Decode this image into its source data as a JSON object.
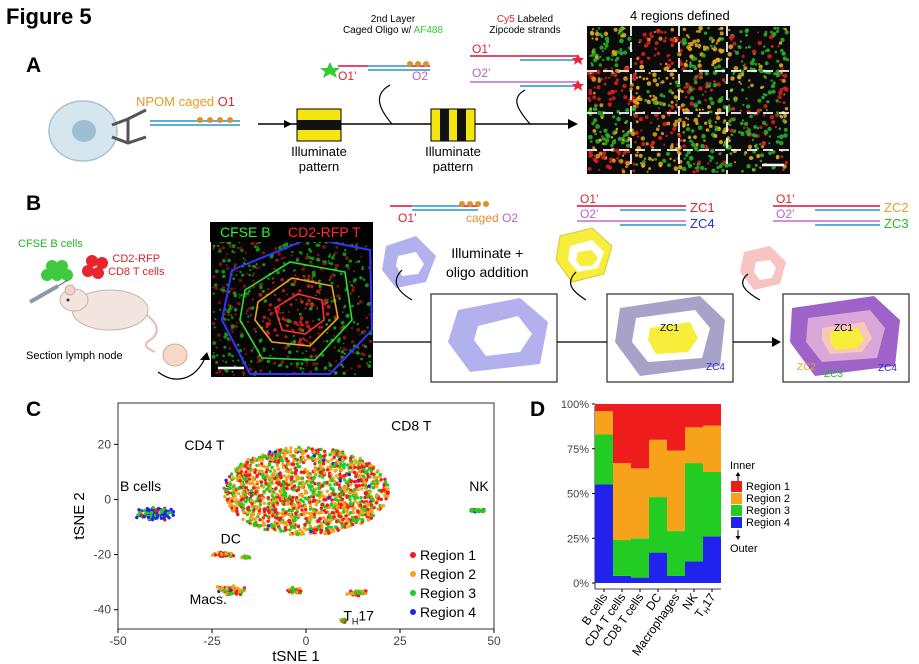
{
  "figure_title": "Figure 5",
  "panels": {
    "a": "A",
    "b": "B",
    "c": "C",
    "d": "D"
  },
  "panel_a": {
    "npom_label_prefix": "NPOM caged",
    "npom_label_o": "O1",
    "second_layer_line1": "2nd Layer",
    "second_layer_line2_prefix": "Caged Oligo w/",
    "second_layer_line2_dye": "AF488",
    "strand_o1prime": "O1’",
    "strand_o2": "O2",
    "cy5_prefix": "Cy5",
    "cy5_suffix": "Labeled",
    "zipcode_line": "Zipcode strands",
    "zip_o1prime": "O1’",
    "zip_o2prime": "O2’",
    "illuminate_line1": "Illuminate",
    "illuminate_line2": "pattern",
    "regions_title": "4 regions defined"
  },
  "panel_b": {
    "cfse_b_cells": "CFSE B cells",
    "cd2_rfp_line1": "CD2-RFP",
    "cd2_rfp_line2": "CD8 T cells",
    "section_lymph_node": "Section lymph node",
    "micro_label_green": "CFSE B",
    "micro_label_red": "CD2-RFP T",
    "strand_o1prime": "O1’",
    "caged": "caged",
    "strand_o2": "O2",
    "illuminate_line1": "Illuminate +",
    "illuminate_line2": "oligo addition",
    "zc_o1prime": "O1’",
    "zc_o2prime": "O2’",
    "zc1": "ZC1",
    "zc4": "ZC4",
    "zc2": "ZC2",
    "zc3": "ZC3"
  },
  "colors": {
    "region1": "#ee1c1c",
    "region2": "#f7a21b",
    "region3": "#22cc22",
    "region4": "#2222ee",
    "lavender": "#b3b0ee",
    "o1_red": "#e0202a",
    "o2_purple": "#c060c0",
    "zc_orange": "#f0a020",
    "af488_green": "#33cc33"
  },
  "chart_data": [
    {
      "type": "scatter",
      "xlabel": "tSNE 1",
      "ylabel": "tSNE 2",
      "xlim": [
        -50,
        50
      ],
      "ylim": [
        -47,
        35
      ],
      "x_ticks": [
        -50,
        -25,
        0,
        25,
        50
      ],
      "y_ticks": [
        -40,
        -20,
        0,
        20
      ],
      "grid": false,
      "legend_position": "bottom-right",
      "series": [
        {
          "name": "Region 1",
          "color": "#ee1c1c"
        },
        {
          "name": "Region 2",
          "color": "#f7a21b"
        },
        {
          "name": "Region 3",
          "color": "#22cc22"
        },
        {
          "name": "Region 4",
          "color": "#2222ee"
        }
      ],
      "cluster_labels": [
        {
          "text": "CD4 T",
          "x": -27,
          "y": 18
        },
        {
          "text": "CD8 T",
          "x": 28,
          "y": 25
        },
        {
          "text": "B cells",
          "x": -44,
          "y": 3
        },
        {
          "text": "NK",
          "x": 46,
          "y": 3
        },
        {
          "text": "DC",
          "x": -20,
          "y": -16
        },
        {
          "text": "Macs.",
          "x": -26,
          "y": -38
        },
        {
          "text": "TH17",
          "x": 14,
          "y": -44
        }
      ],
      "clusters": [
        {
          "name": "main",
          "center": [
            0,
            3
          ],
          "spread": [
            22,
            16
          ],
          "mix": [
            0.3,
            0.38,
            0.3,
            0.02
          ]
        },
        {
          "name": "B cells",
          "center": [
            -40,
            -5
          ],
          "spread": [
            5,
            2.5
          ],
          "mix": [
            0.05,
            0.05,
            0.2,
            0.7
          ]
        },
        {
          "name": "NK",
          "center": [
            46,
            -4
          ],
          "spread": [
            2.5,
            0.7
          ],
          "mix": [
            0.1,
            0.2,
            0.6,
            0.1
          ]
        },
        {
          "name": "DC",
          "center": [
            -22,
            -20
          ],
          "spread": [
            3,
            1
          ],
          "mix": [
            0.25,
            0.35,
            0.35,
            0.05
          ]
        },
        {
          "name": "Macs.",
          "center": [
            -20,
            -33
          ],
          "spread": [
            4,
            1.8
          ],
          "mix": [
            0.25,
            0.4,
            0.3,
            0.05
          ]
        },
        {
          "name": "Macs-small",
          "center": [
            -16,
            -21
          ],
          "spread": [
            1,
            0.6
          ],
          "mix": [
            0.25,
            0.4,
            0.3,
            0.05
          ]
        },
        {
          "name": "TH17",
          "center": [
            10,
            -44
          ],
          "spread": [
            1,
            0.6
          ],
          "mix": [
            0.3,
            0.3,
            0.4,
            0
          ]
        },
        {
          "name": "small1",
          "center": [
            14,
            -34
          ],
          "spread": [
            3,
            1
          ],
          "mix": [
            0.3,
            0.4,
            0.3,
            0
          ]
        },
        {
          "name": "small2",
          "center": [
            -3,
            -33
          ],
          "spread": [
            2,
            1.2
          ],
          "mix": [
            0.3,
            0.4,
            0.3,
            0
          ]
        }
      ]
    },
    {
      "type": "bar",
      "stacked": true,
      "orientation": "vertical",
      "categories": [
        "B cells",
        "CD4 T cells",
        "CD8 T cells",
        "DC",
        "Macrophages",
        "NK",
        "TH17"
      ],
      "y_ticks": [
        "0%",
        "25%",
        "50%",
        "75%",
        "100%"
      ],
      "ylim": [
        0,
        100
      ],
      "series": [
        {
          "name": "Region 4",
          "color": "#2222ee",
          "values": [
            55,
            4,
            3,
            17,
            4,
            12,
            26
          ]
        },
        {
          "name": "Region 3",
          "color": "#22cc22",
          "values": [
            28,
            20,
            22,
            31,
            25,
            55,
            36
          ]
        },
        {
          "name": "Region 2",
          "color": "#f7a21b",
          "values": [
            13,
            43,
            39,
            32,
            45,
            20,
            26
          ]
        },
        {
          "name": "Region 1",
          "color": "#ee1c1c",
          "values": [
            4,
            33,
            36,
            20,
            26,
            13,
            12
          ]
        }
      ],
      "legend_top": "Inner",
      "legend_bottom": "Outer",
      "legend_position": "right"
    }
  ]
}
